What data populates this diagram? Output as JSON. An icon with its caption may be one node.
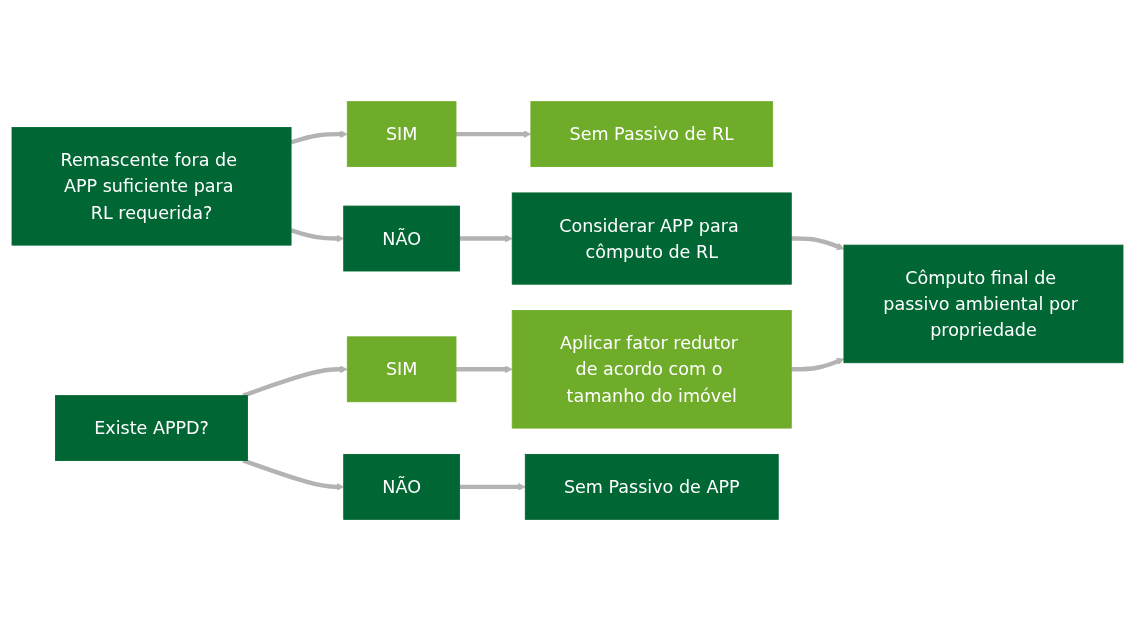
{
  "diagram": {
    "nodes": [
      {
        "text": [
          "Remascente fora de APP suficiente para RL requerida?"
        ]
      },
      {
        "text": [
          "SIM"
        ]
      },
      {
        "text": [
          "Sem Passivo de RL"
        ]
      },
      {
        "text": [
          "NÃO"
        ]
      },
      {
        "text": [
          "Considerar APP para cômputo de RL"
        ]
      },
      {
        "text": [
          "Cômputo final de passivo ambiental por propriedade"
        ]
      },
      {
        "text": [
          "Existe APPD?"
        ]
      },
      {
        "text": [
          "SIM"
        ]
      },
      {
        "text": [
          "Aplicar fator redutor de acordo com o tamanho do imóvel"
        ]
      },
      {
        "text": [
          "NÃO"
        ]
      },
      {
        "text": [
          "Sem Passivo de APP"
        ]
      }
    ],
    "edges": [
      {
        "from": 0,
        "to": 1,
        "arrow": "to"
      },
      {
        "from": 1,
        "to": 2,
        "arrow": "to"
      },
      {
        "from": 0,
        "to": 3,
        "arrow": "to"
      },
      {
        "from": 3,
        "to": 4,
        "arrow": "to"
      },
      {
        "from": 4,
        "to": 5,
        "arrow": "to"
      },
      {
        "from": 6,
        "to": 7,
        "arrow": "to"
      },
      {
        "from": 7,
        "to": 8,
        "arrow": "to"
      },
      {
        "from": 8,
        "to": 5,
        "arrow": "to"
      },
      {
        "from": 6,
        "to": 9,
        "arrow": "to"
      },
      {
        "from": 9,
        "to": 10,
        "arrow": "to"
      }
    ]
  }
}
